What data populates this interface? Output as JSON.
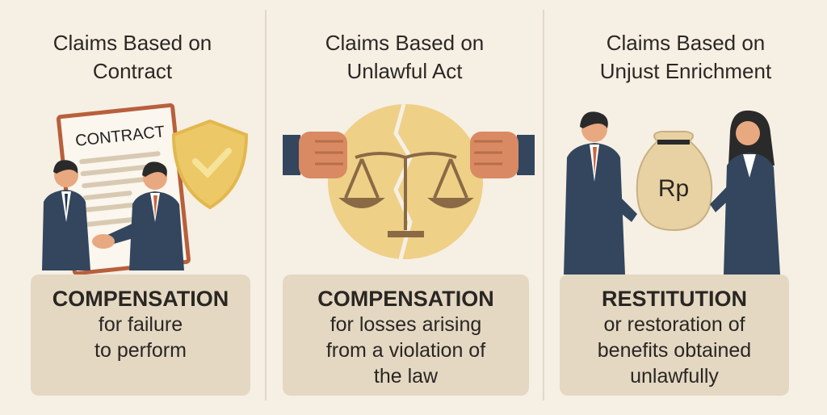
{
  "columns": [
    {
      "title_line1": "Claims Based on",
      "title_line2": "Contract",
      "illustration": "contract-handshake-shield",
      "document_label": "CONTRACT",
      "box_heading": "COMPENSATION",
      "box_line1": "for failure",
      "box_line2": "to perform",
      "box_line3": ""
    },
    {
      "title_line1": "Claims Based on",
      "title_line2": "Unlawful Act",
      "illustration": "broken-scales-fists",
      "box_heading": "COMPENSATION",
      "box_line1": "for losses arising",
      "box_line2": "from a violation of",
      "box_line3": "the law"
    },
    {
      "title_line1": "Claims Based on",
      "title_line2": "Unjust Enrichment",
      "illustration": "money-bag-handover",
      "bag_label": "Rp",
      "box_heading": "RESTITUTION",
      "box_line1": "or restoration of",
      "box_line2": "benefits obtained",
      "box_line3": "unlawfully"
    }
  ],
  "colors": {
    "background": "#f6efe4",
    "box": "#e4d8c3",
    "suit": "#34465e",
    "accent": "#c8673f",
    "gold": "#ecc866"
  }
}
